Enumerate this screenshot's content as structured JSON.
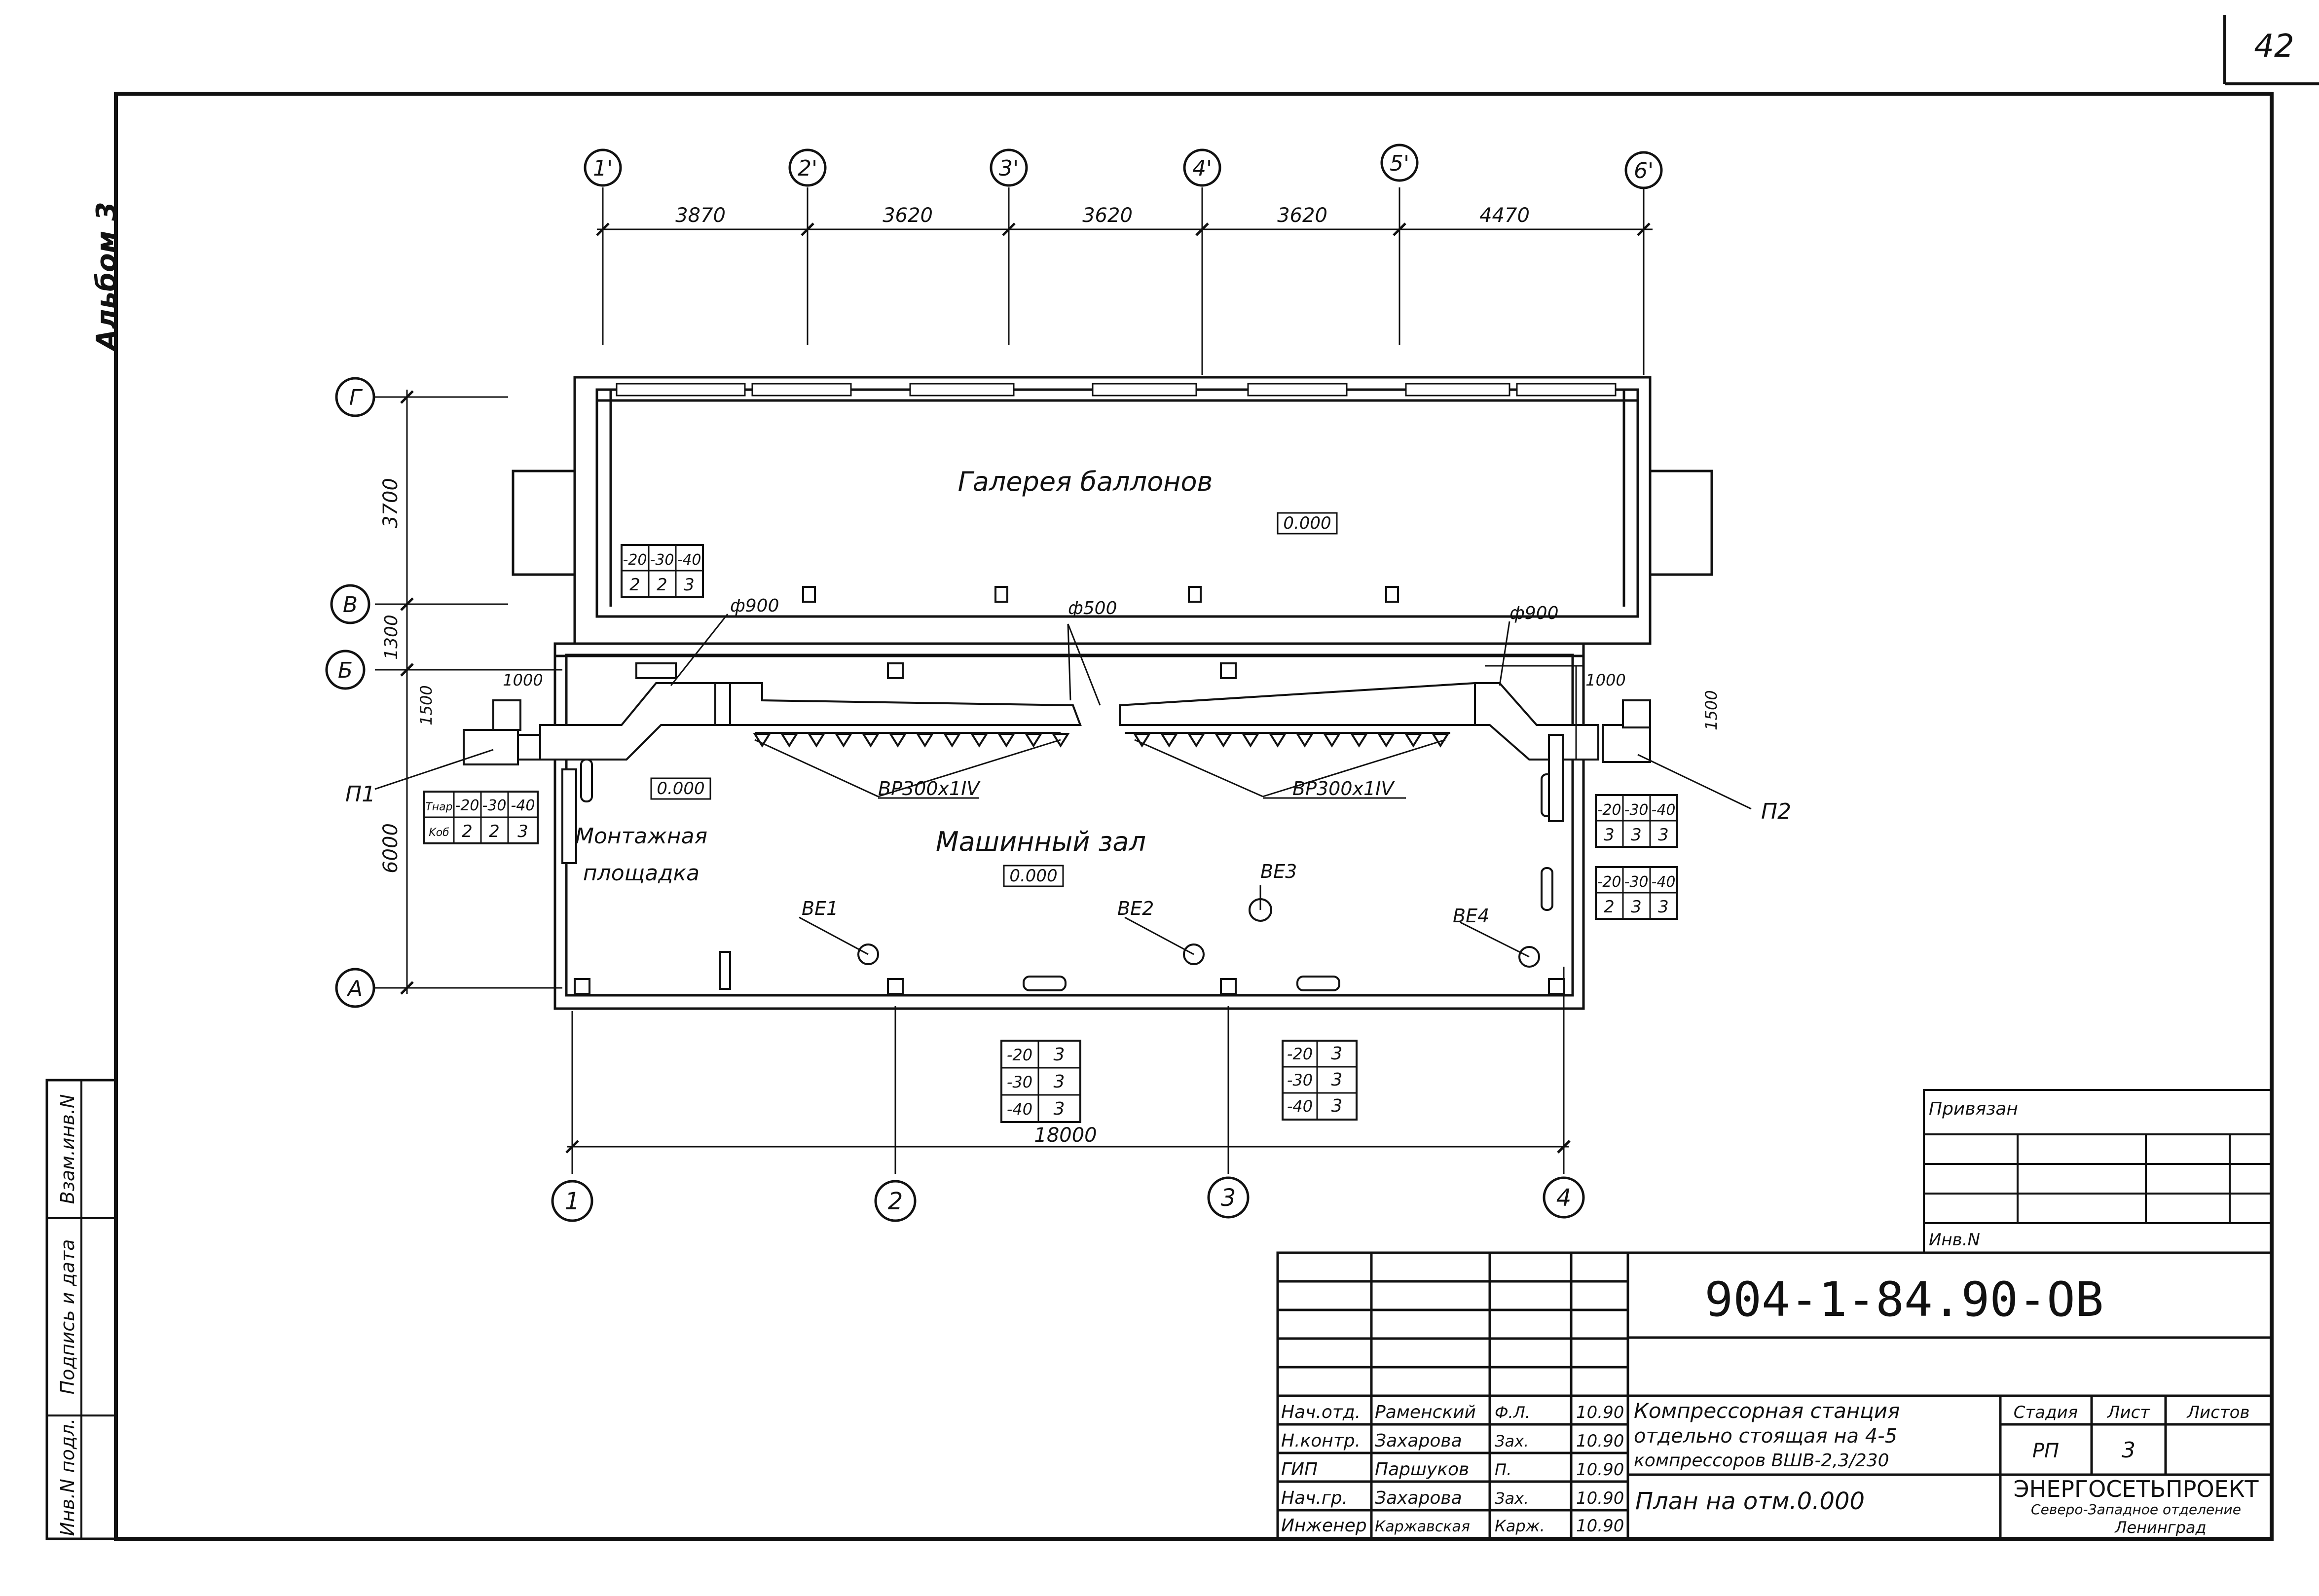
{
  "page_number": "42",
  "album": "Альбом 3",
  "axes": {
    "top_primed": [
      "1'",
      "2'",
      "3'",
      "4'",
      "5'",
      "6'"
    ],
    "top_dims": [
      "3870",
      "3620",
      "3620",
      "3620",
      "4470"
    ],
    "bottom": [
      "1",
      "2",
      "3",
      "4"
    ],
    "bottom_dim": "18000",
    "rows": [
      "Г",
      "В",
      "Б",
      "А"
    ],
    "left_dims": [
      "3700",
      "1300",
      "6000"
    ],
    "small_dims": [
      "1500",
      "1000",
      "1000",
      "1500"
    ]
  },
  "rooms": {
    "gallery": "Галерея баллонов",
    "gallery_mark": "0.000",
    "machine_hall": "Машинный зал",
    "machine_mark": "0.000",
    "assembly_1": "Монтажная",
    "assembly_2": "площадка",
    "assembly_mark": "0.000"
  },
  "equipment": {
    "p1": "П1",
    "p2": "П2",
    "be1": "ВЕ1",
    "be2": "ВЕ2",
    "be3": "ВЕ3",
    "be4": "ВЕ4",
    "duct_left": "ф900",
    "duct_mid": "ф500",
    "duct_right": "ф900",
    "grille_left": "ВР300х1IV",
    "grille_right": "ВР300х1IV"
  },
  "temp_tables": {
    "gallery": [
      [
        "-20",
        "-30",
        "-40"
      ],
      [
        "2",
        "2",
        "3"
      ]
    ],
    "assembly": [
      [
        "Tнар",
        "-20",
        "-30",
        "-40"
      ],
      [
        "Kоб",
        "2",
        "2",
        "3"
      ]
    ],
    "right_1": [
      [
        "-20",
        "-30",
        "-40"
      ],
      [
        "3",
        "3",
        "3"
      ]
    ],
    "right_2": [
      [
        "-20",
        "-30",
        "-40"
      ],
      [
        "2",
        "3",
        "3"
      ]
    ],
    "bottom_1": [
      [
        "-20",
        "3"
      ],
      [
        "-30",
        "3"
      ],
      [
        "-40",
        "3"
      ]
    ],
    "bottom_2": [
      [
        "-20",
        "3"
      ],
      [
        "-30",
        "3"
      ],
      [
        "-40",
        "3"
      ]
    ]
  },
  "side_stamp": [
    "Инв.N подл.",
    "Подпись и дата",
    "Взам.инв.N"
  ],
  "privyazan": "Привязан",
  "inv_no": "Инв.N",
  "title_block": {
    "doc_code": "904-1-84.90-ОВ",
    "roles": [
      "Нач.отд.",
      "Н.контр.",
      "ГИП",
      "Нач.гр.",
      "Инженер"
    ],
    "names": [
      "Раменский",
      "Захарова",
      "Паршуков",
      "Захарова",
      "Каржавская"
    ],
    "signs": [
      "Ф.Л.",
      "Зах.",
      "П.",
      "Зах.",
      "Карж."
    ],
    "dates": [
      "10.90",
      "10.90",
      "10.90",
      "10.90",
      "10.90"
    ],
    "project_lines": [
      "Компрессорная станция",
      "отдельно стоящая на 4-5",
      "компрессоров ВШВ-2,3/230"
    ],
    "sheet_title": "План на отм.0.000",
    "stage_label": "Стадия",
    "sheet_label": "Лист",
    "sheets_label": "Листов",
    "stage_value": "РП",
    "sheet_value": "3",
    "org_name": "ЭНЕРГОСЕТЬПРОЕКТ",
    "org_sub": "Северо-Западное отделение",
    "org_city": "Ленинград"
  }
}
